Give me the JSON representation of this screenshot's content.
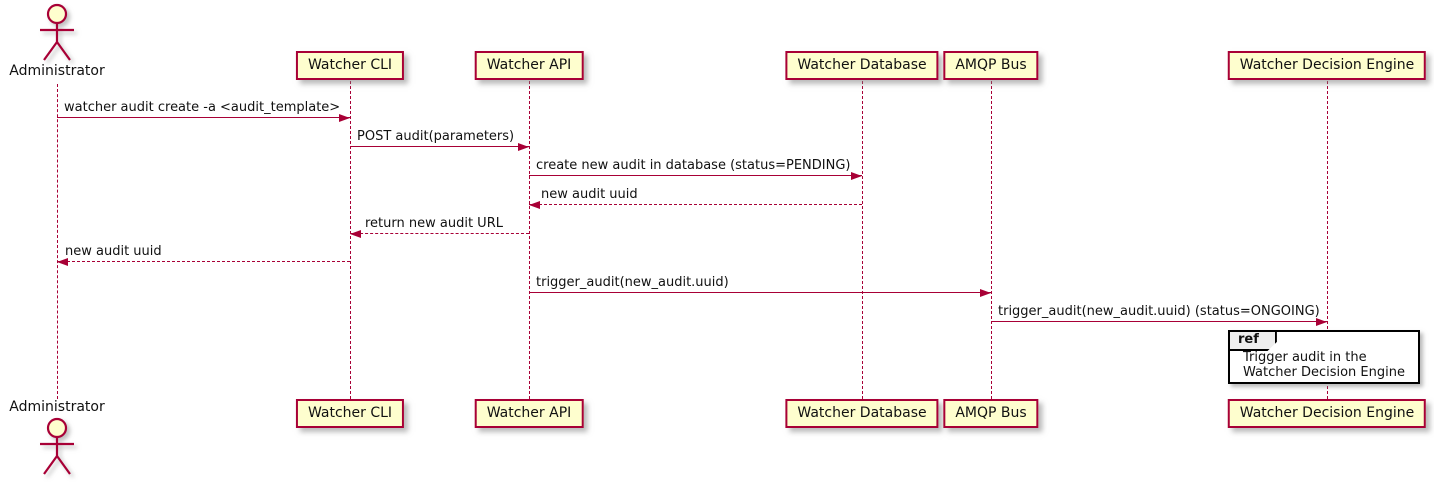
{
  "participants": [
    {
      "name": "Administrator",
      "type": "actor"
    },
    {
      "name": "Watcher CLI",
      "type": "participant"
    },
    {
      "name": "Watcher API",
      "type": "participant"
    },
    {
      "name": "Watcher Database",
      "type": "participant"
    },
    {
      "name": "AMQP Bus",
      "type": "participant"
    },
    {
      "name": "Watcher Decision Engine",
      "type": "participant"
    }
  ],
  "messages": [
    {
      "label": "watcher audit create -a <audit_template>",
      "from": "Administrator",
      "to": "Watcher CLI",
      "line": "solid",
      "direction": "right"
    },
    {
      "label": "POST audit(parameters)",
      "from": "Watcher CLI",
      "to": "Watcher API",
      "line": "solid",
      "direction": "right"
    },
    {
      "label": "create new audit in database (status=PENDING)",
      "from": "Watcher API",
      "to": "Watcher Database",
      "line": "solid",
      "direction": "right"
    },
    {
      "label": "new audit uuid",
      "from": "Watcher Database",
      "to": "Watcher API",
      "line": "dashed",
      "direction": "left"
    },
    {
      "label": "return new audit URL",
      "from": "Watcher API",
      "to": "Watcher CLI",
      "line": "dashed",
      "direction": "left"
    },
    {
      "label": "new audit uuid",
      "from": "Watcher CLI",
      "to": "Administrator",
      "line": "dashed",
      "direction": "left"
    },
    {
      "label": "trigger_audit(new_audit.uuid)",
      "from": "Watcher API",
      "to": "AMQP Bus",
      "line": "solid",
      "direction": "right"
    },
    {
      "label": "trigger_audit(new_audit.uuid) (status=ONGOING)",
      "from": "AMQP Bus",
      "to": "Watcher Decision Engine",
      "line": "solid",
      "direction": "right"
    }
  ],
  "ref_fragment": {
    "tag": "ref",
    "line1": "Trigger audit in the",
    "line2": "Watcher Decision Engine"
  },
  "colors": {
    "participant_fill": "#FEFECE",
    "border": "#A80036",
    "arrow": "#A80036",
    "ref_tab_fill": "#EEEEEE",
    "ref_border": "#000000",
    "background": "#FFFFFF"
  }
}
